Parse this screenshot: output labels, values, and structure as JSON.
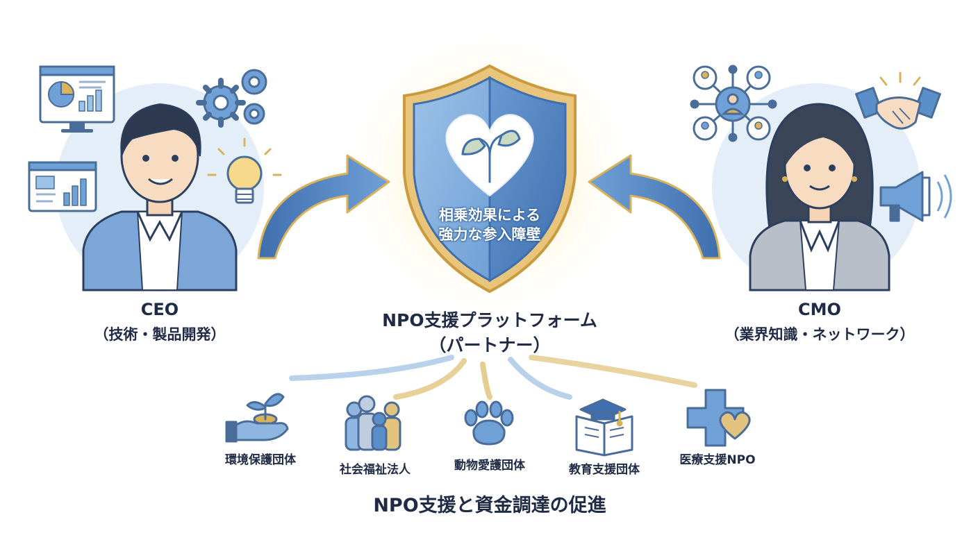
{
  "ceo": {
    "title": "CEO",
    "subtitle": "（技術・製品開発）"
  },
  "cmo": {
    "title": "CMO",
    "subtitle": "（業界知識・ネットワーク）"
  },
  "shield": {
    "line1": "相乗効果による",
    "line2": "強力な参入障壁"
  },
  "platform": {
    "line1": "NPO支援プラットフォーム",
    "line2": "（パートナー）"
  },
  "orgs": [
    {
      "label": "環境保護団体",
      "icon": "sprout-hand-icon"
    },
    {
      "label": "社会福祉法人",
      "icon": "people-group-icon"
    },
    {
      "label": "動物愛護団体",
      "icon": "paw-icon"
    },
    {
      "label": "教育支援団体",
      "icon": "graduation-book-icon"
    },
    {
      "label": "医療支援NPO",
      "icon": "medical-cross-heart-icon"
    }
  ],
  "footer": "NPO支援と資金調達の促進",
  "colors": {
    "blue": "#5b8fc9",
    "dark_blue": "#3f6fae",
    "light_blue": "#dbe8f6",
    "gold": "#d9b25a",
    "navy": "#1f2a44"
  }
}
